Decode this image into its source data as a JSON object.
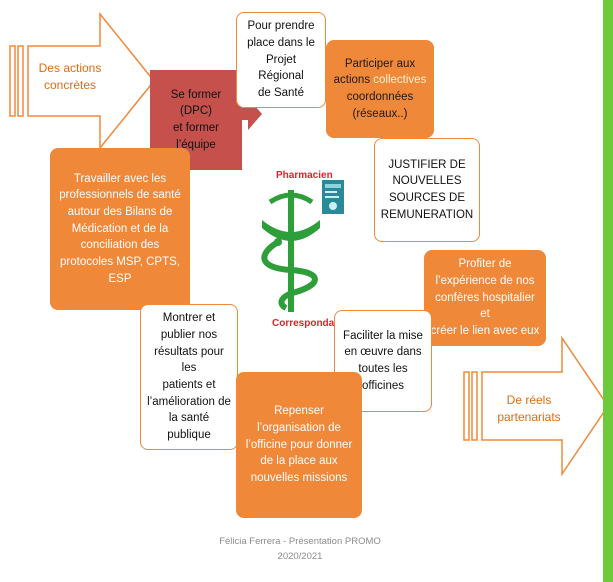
{
  "boxes": {
    "projet_regional": "Pour prendre\nplace dans le\nProjet Régional\nde Santé",
    "participer_prefix": "Participer aux\nactions ",
    "participer_highlight": "collectives",
    "participer_suffix": "\ncoordonnées\n(réseaux..)",
    "se_former": "Se former (DPC)\net former\nl’équipe",
    "justifier": "JUSTIFIER DE\nNOUVELLES\nSOURCES DE\nREMUNERATION",
    "travailler": "Travailler avec les\nprofessionnels de santé\nautour des Bilans de\nMédication et de la\nconciliation des\nprotocoles MSP, CPTS,\nESP",
    "profiter": "Profiter de\nl’expérience de nos\nconfères hospitalier et\ncréer le lien avec eux",
    "montrer": "Montrer et\npublier nos\nrésultats pour les\npatients et\nl’amélioration de\nla santé publique",
    "faciliter": "Faciliter la mise\nen œuvre dans\ntoutes les\nofficines",
    "repenser": "Repenser\nl’organisation de\nl’officine pour donner\nde la place aux\nnouvelles missions"
  },
  "arrows": {
    "left": "Des actions\nconcrètes",
    "right": "De réels\npartenariats"
  },
  "center": {
    "pharmacien": "Pharmacien",
    "correspondant": "Correspondant"
  },
  "footer": "Félicia Ferrera - Présentation PROMO\n2020/2021",
  "colors": {
    "orange": "#f0883a",
    "red": "#c5504c",
    "green_bar": "#6ec93b",
    "caduceus": "#2e9e3a",
    "highlight_text": "#fff2cc"
  }
}
